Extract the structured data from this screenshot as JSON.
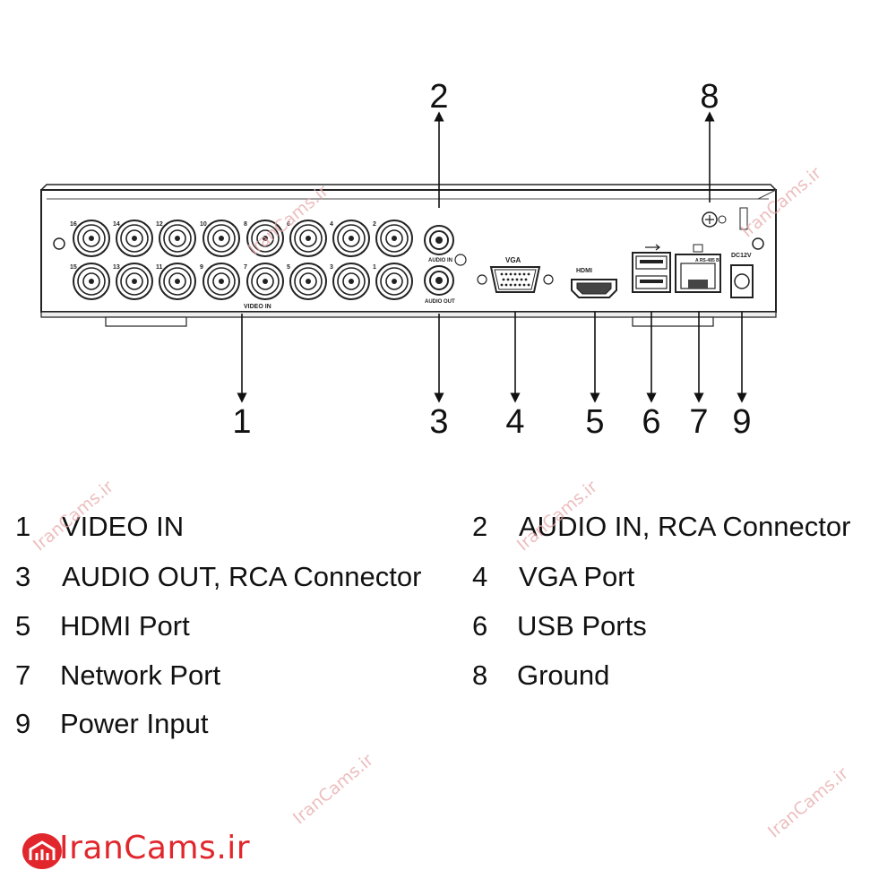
{
  "panel": {
    "bnc_top_numbers": [
      "16",
      "14",
      "12",
      "10",
      "8",
      "6",
      "4",
      "2"
    ],
    "bnc_bottom_numbers": [
      "15",
      "13",
      "11",
      "9",
      "7",
      "5",
      "3",
      "1"
    ],
    "video_in_label": "VIDEO IN",
    "audio_in_label": "AUDIO IN",
    "audio_out_label": "AUDIO OUT",
    "vga_label": "VGA",
    "hdmi_label": "HDMI",
    "rs485_label": "A RS-485 B",
    "dc_label": "DC12V"
  },
  "callouts": [
    "1",
    "2",
    "3",
    "4",
    "5",
    "6",
    "7",
    "8",
    "9"
  ],
  "legend": [
    {
      "num": "1",
      "text": "VIDEO IN"
    },
    {
      "num": "2",
      "text": "AUDIO IN, RCA Connector"
    },
    {
      "num": "3",
      "text": "AUDIO OUT, RCA Connector"
    },
    {
      "num": "4",
      "text": "VGA Port"
    },
    {
      "num": "5",
      "text": "HDMI Port"
    },
    {
      "num": "6",
      "text": "USB Ports"
    },
    {
      "num": "7",
      "text": "Network Port"
    },
    {
      "num": "8",
      "text": "Ground"
    },
    {
      "num": "9",
      "text": "Power Input"
    }
  ],
  "watermark": {
    "text": "IranCams.ir"
  },
  "brand": {
    "text": "IranCams.ir",
    "color": "#e1262c"
  }
}
